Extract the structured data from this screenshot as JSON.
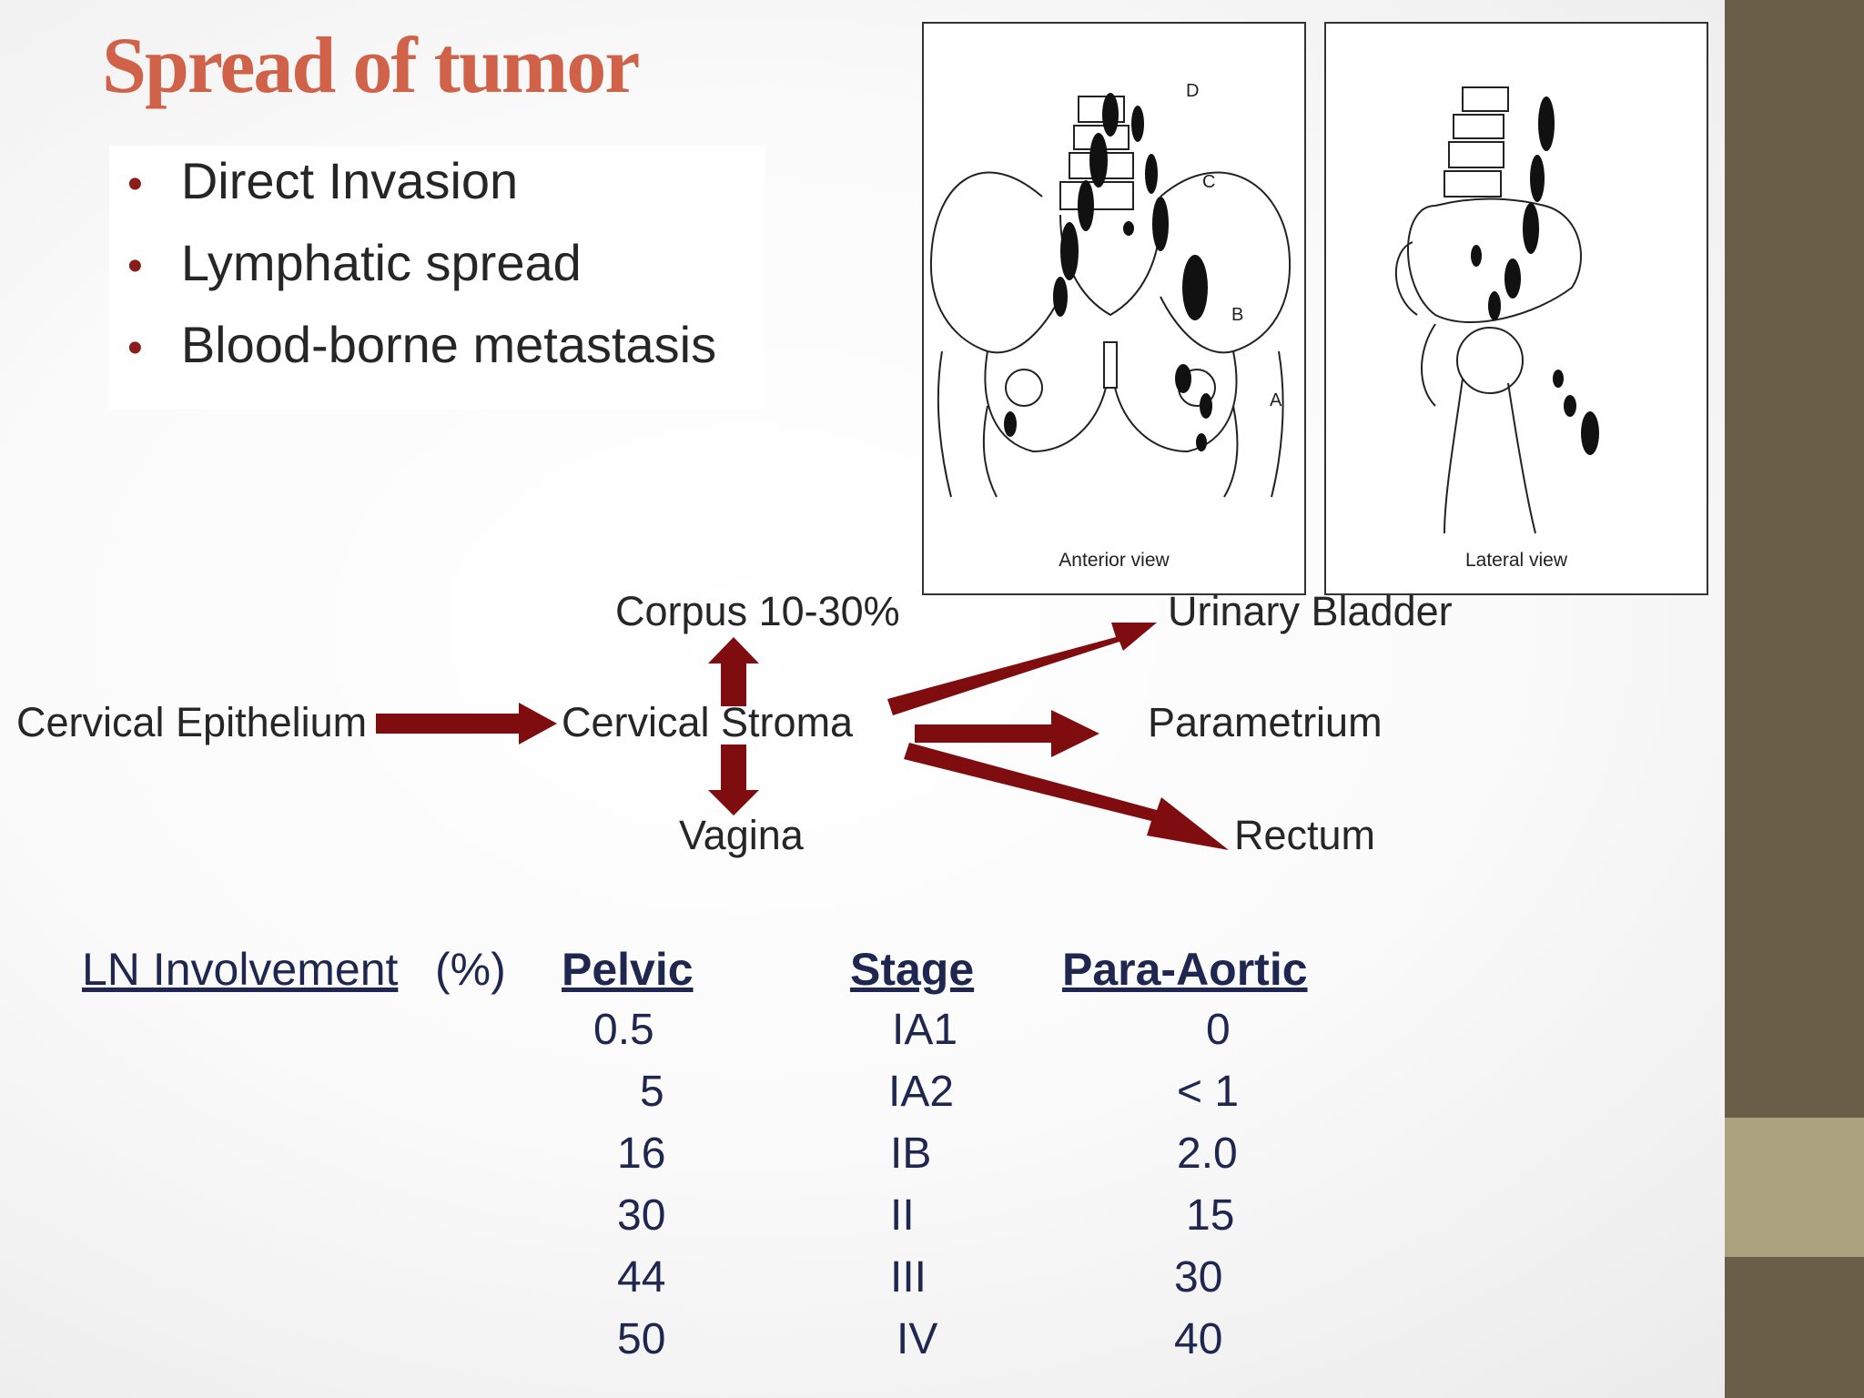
{
  "title": "Spread of tumor",
  "bullets": [
    "Direct Invasion",
    "Lymphatic spread",
    "Blood-borne metastasis"
  ],
  "figures": {
    "anterior": {
      "caption": "Anterior view",
      "letters": [
        "D",
        "C",
        "B",
        "A"
      ]
    },
    "lateral": {
      "caption": "Lateral view"
    }
  },
  "flow": {
    "cervical_epithelium": "Cervical Epithelium",
    "cervical_stroma": "Cervical Stroma",
    "corpus": "Corpus 10-30%",
    "vagina": "Vagina",
    "urinary_bladder": "Urinary Bladder",
    "parametrium": "Parametrium",
    "rectum": "Rectum"
  },
  "ln_table": {
    "label": "LN Involvement",
    "unit": "(%)",
    "headers": {
      "pelvic": "Pelvic",
      "stage": "Stage",
      "para_aortic": "Para-Aortic"
    },
    "rows": [
      {
        "pelvic": "0.5",
        "stage": "IA1",
        "para_aortic": "0"
      },
      {
        "pelvic": "5",
        "stage": "IA2",
        "para_aortic": "< 1"
      },
      {
        "pelvic": "16",
        "stage": "IB",
        "para_aortic": "2.0"
      },
      {
        "pelvic": "30",
        "stage": "II",
        "para_aortic": "15"
      },
      {
        "pelvic": "44",
        "stage": "III",
        "para_aortic": "30"
      },
      {
        "pelvic": "50",
        "stage": "IV",
        "para_aortic": "40"
      }
    ]
  },
  "colors": {
    "title": "#cf6248",
    "arrow": "#7f0d10",
    "table_text": "#1f2750",
    "sidebar": "#6b5e48",
    "sidebar_band": "#aba27e"
  }
}
